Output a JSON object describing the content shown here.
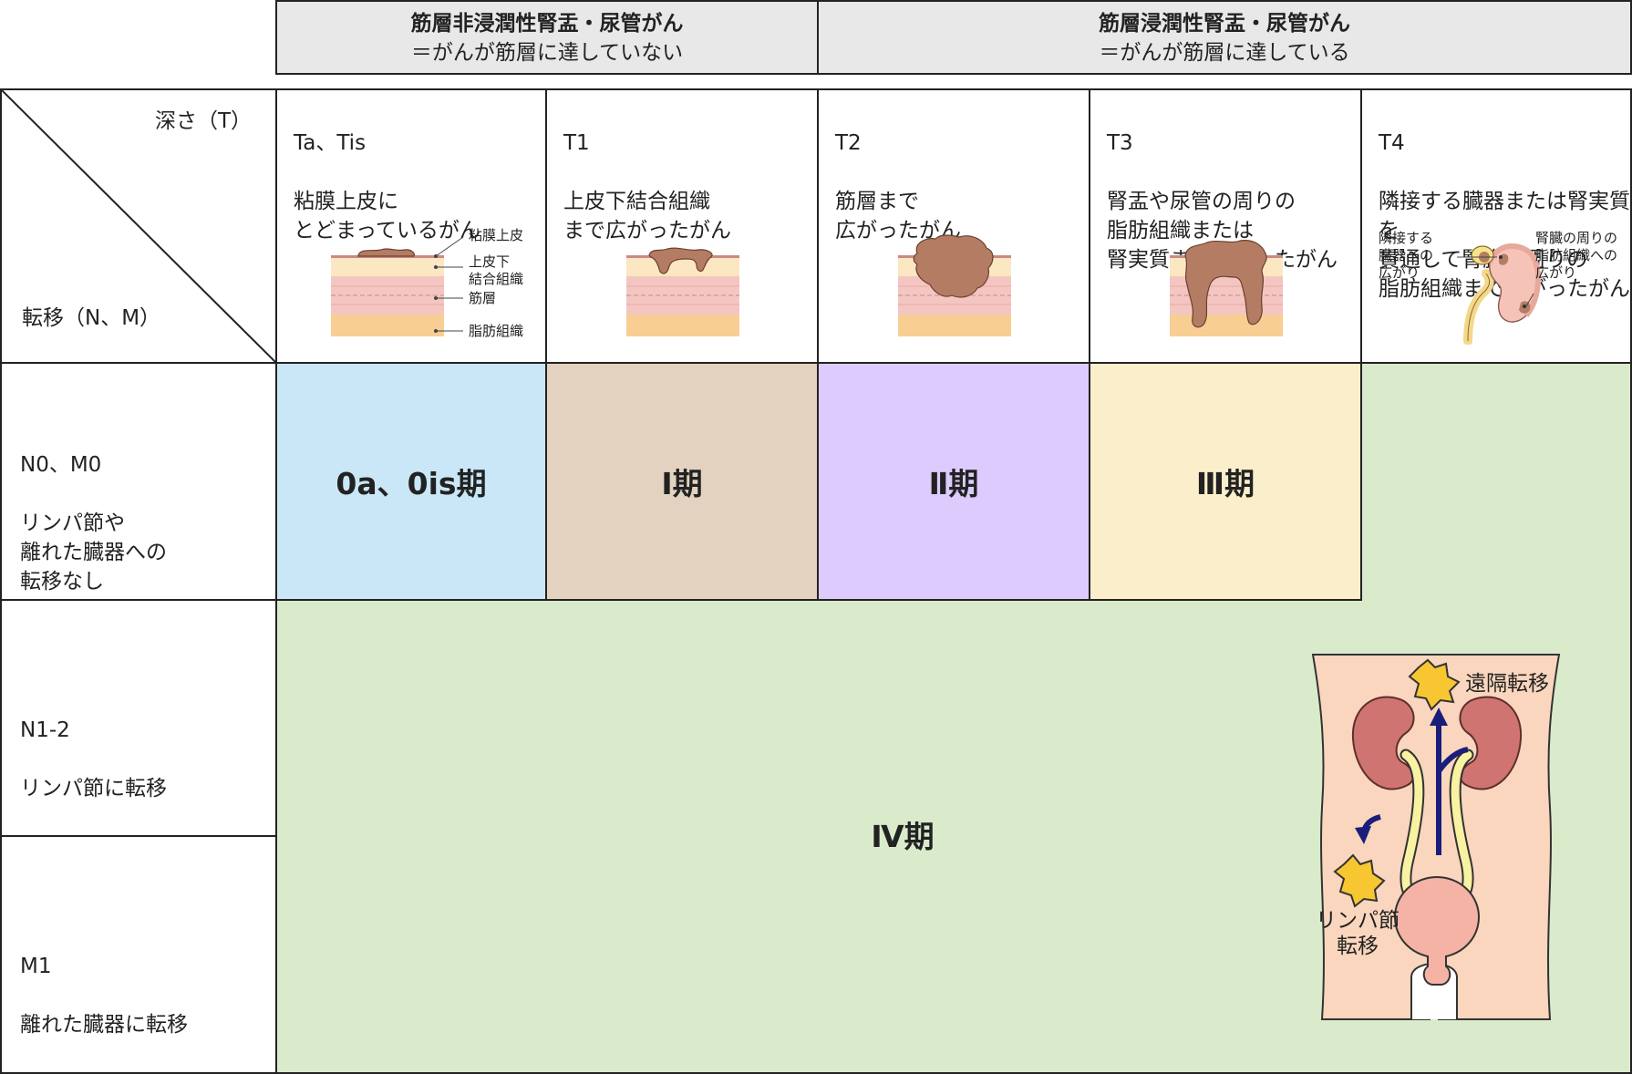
{
  "header": {
    "non_invasive": {
      "title": "筋層非浸潤性腎盂・尿管がん",
      "subtitle": "＝がんが筋層に達していない"
    },
    "invasive": {
      "title": "筋層浸潤性腎盂・尿管がん",
      "subtitle": "＝がんが筋層に達している"
    }
  },
  "corner": {
    "depth_label": "深さ（T）",
    "metastasis_label": "転移（N、M）"
  },
  "t_columns": [
    {
      "code": "Ta、Tis",
      "desc": "粘膜上皮に\nとどまっているがん"
    },
    {
      "code": "T1",
      "desc": "上皮下結合組織\nまで広がったがん"
    },
    {
      "code": "T2",
      "desc": "筋層まで\n広がったがん"
    },
    {
      "code": "T3",
      "desc": "腎盂や尿管の周りの\n脂肪組織または\n腎実質まで広がったがん"
    },
    {
      "code": "T4",
      "desc": "隣接する臓器または腎実質を\n貫通して腎臓の周りの\n脂肪組織まで広がったがん"
    }
  ],
  "layer_labels": {
    "mucosa": "粘膜上皮",
    "subepithelial": "上皮下\n結合組織",
    "muscle": "筋層",
    "fat": "脂肪組織"
  },
  "t4_labels": {
    "adjacent": "隣接する\n臓器への\n広がり",
    "perirenal": "腎臓の周りの\n脂肪組織への\n広がり"
  },
  "rows": [
    {
      "code": "N0、M0",
      "desc": "リンパ節や\n離れた臓器への\n転移なし"
    },
    {
      "code": "N1-2",
      "desc": "リンパ節に転移"
    },
    {
      "code": "M1",
      "desc": "離れた臓器に転移"
    }
  ],
  "stages": {
    "s0": "0a、0is期",
    "s1": "Ⅰ期",
    "s2": "Ⅱ期",
    "s3": "Ⅲ期",
    "s4": "Ⅳ期"
  },
  "body_labels": {
    "distant": "遠隔転移",
    "lymph": "リンパ節\n転移"
  },
  "colors": {
    "header_bg": "#e8e8e8",
    "stage0": "#c9e7f6",
    "stage1": "#e2d2bf",
    "stage2": "#dccbfc",
    "stage3": "#fbefcb",
    "stage4": "#d9ebcb",
    "tumor": "#b57c64",
    "muscle": "#f4c6c2",
    "fat": "#f8ce93",
    "subepithelial": "#fbe7c2"
  }
}
